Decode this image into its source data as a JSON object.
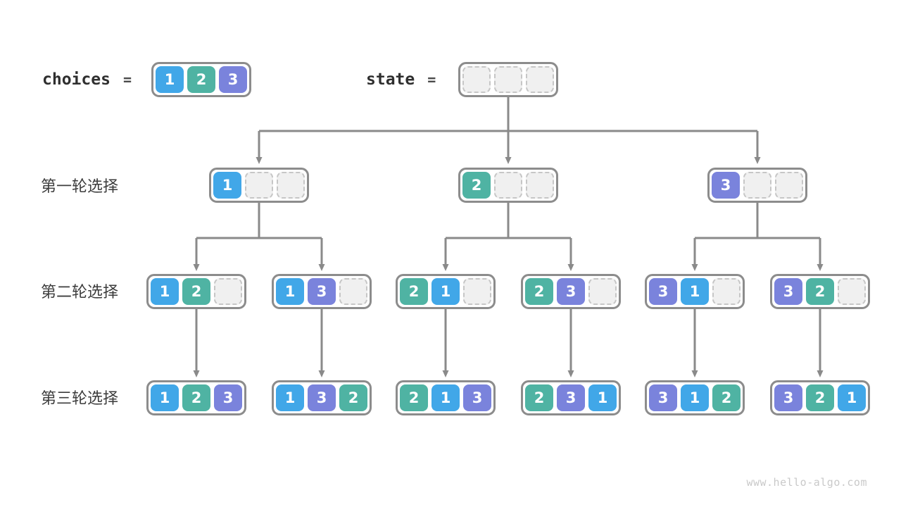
{
  "header": {
    "choices_label": "choices",
    "choices_equals": "=",
    "choices_cells": [
      "1",
      "2",
      "3"
    ],
    "state_label": "state",
    "state_equals": "=",
    "state_cells": [
      "",
      "",
      ""
    ]
  },
  "rows": [
    {
      "label": "第一轮选择",
      "boxes": [
        [
          "1",
          "",
          ""
        ],
        [
          "2",
          "",
          ""
        ],
        [
          "3",
          "",
          ""
        ]
      ]
    },
    {
      "label": "第二轮选择",
      "boxes": [
        [
          "1",
          "2",
          ""
        ],
        [
          "1",
          "3",
          ""
        ],
        [
          "2",
          "1",
          ""
        ],
        [
          "2",
          "3",
          ""
        ],
        [
          "3",
          "1",
          ""
        ],
        [
          "3",
          "2",
          ""
        ]
      ]
    },
    {
      "label": "第三轮选择",
      "boxes": [
        [
          "1",
          "2",
          "3"
        ],
        [
          "1",
          "3",
          "2"
        ],
        [
          "2",
          "1",
          "3"
        ],
        [
          "2",
          "3",
          "1"
        ],
        [
          "3",
          "1",
          "2"
        ],
        [
          "3",
          "2",
          "1"
        ]
      ]
    }
  ],
  "value_colors": {
    "1": "#41a7e8",
    "2": "#4fb3a3",
    "3": "#7a83dc"
  },
  "line_color": "#8a8a8a",
  "watermark": "www.hello-algo.com"
}
